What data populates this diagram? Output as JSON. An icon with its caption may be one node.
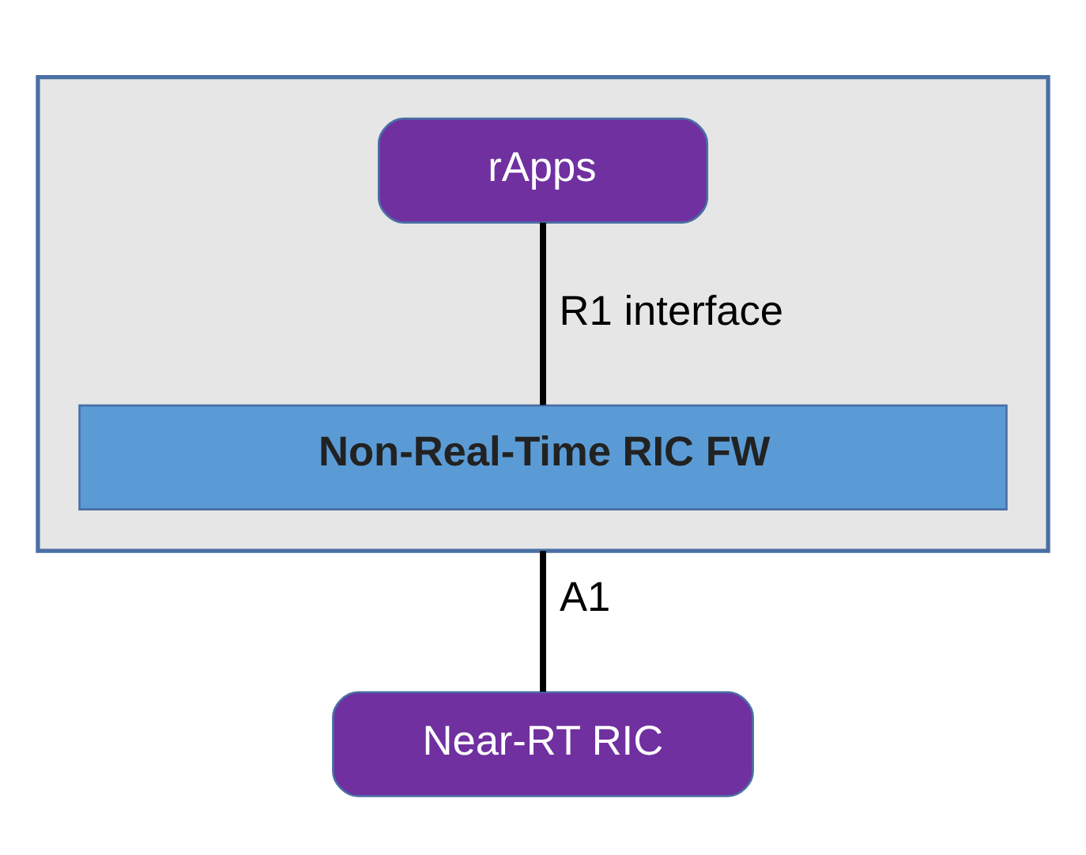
{
  "diagram": {
    "nodes": [
      {
        "text": [],
        "shape": "box"
      },
      {
        "text": [
          "rApps"
        ],
        "in": 0
      },
      {
        "text": [
          "Non-Real-Time RIC FW"
        ],
        "in": 0
      },
      {
        "text": [
          "Near-RT RIC"
        ]
      }
    ],
    "edges": [
      {
        "from": 1,
        "to": 2,
        "arrow": "none",
        "label": "R1 interface"
      },
      {
        "from": 0,
        "to": 3,
        "arrow": "none",
        "label": "A1"
      }
    ]
  }
}
